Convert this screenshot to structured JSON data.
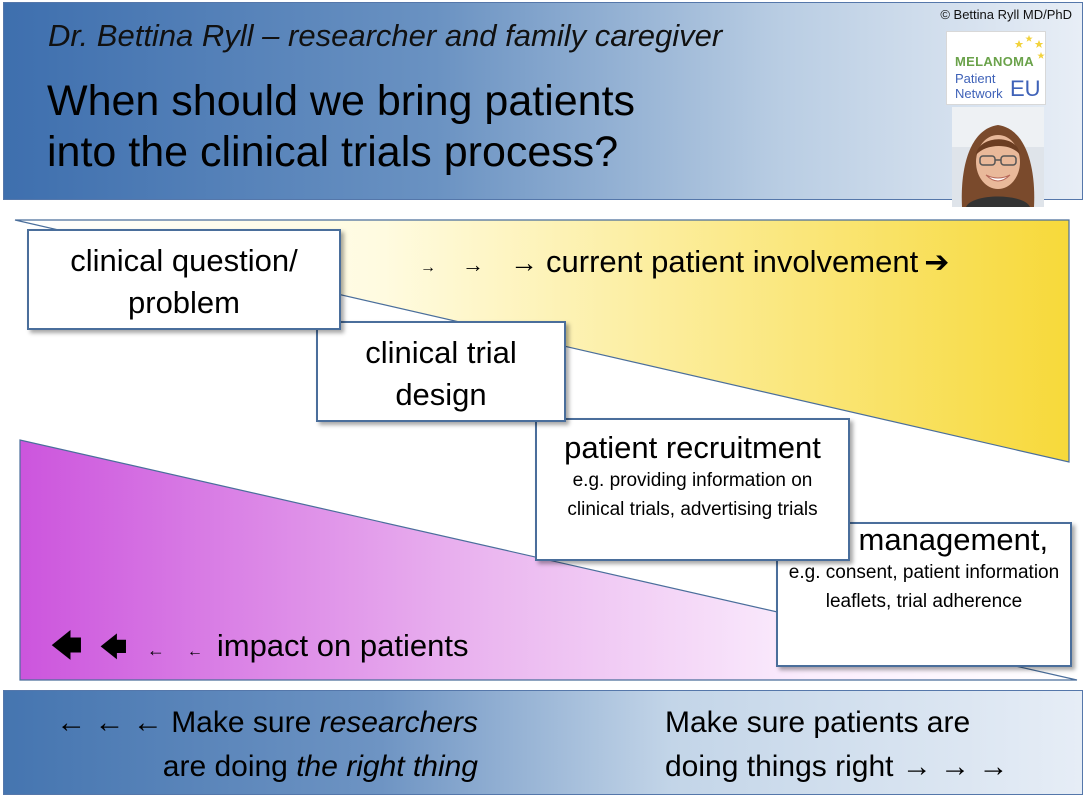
{
  "header": {
    "copyright": "© Bettina Ryll MD/PhD",
    "subtitle": "Dr. Bettina Ryll – researcher and family caregiver",
    "title_line1": "When should we bring patients",
    "title_line2": "into the clinical trials process?",
    "logo": {
      "line1": "MELANOMA",
      "line2": "Patient",
      "line3": "Network",
      "line3_eu": "EU",
      "star_color": "#f2d23c",
      "green": "#6aa24a",
      "blue": "#3f62b8"
    }
  },
  "diagram": {
    "top_wedge_color": "#f7d93a",
    "bottom_wedge_color": "#cc55dd",
    "involvement_arrows": [
      "→",
      "→",
      "→"
    ],
    "involvement_text": "current patient involvement",
    "involvement_end_arrow": "➔",
    "impact_arrows": [
      "🡄",
      "🡄",
      "←",
      "←"
    ],
    "impact_text": "impact on patients",
    "boxes": {
      "clinical_question": {
        "line1": "clinical question/",
        "line2": "problem"
      },
      "trial_design": {
        "line1": "clinical trial",
        "line2": "design"
      },
      "recruitment": {
        "title": "patient recruitment",
        "detail": "e.g. providing information on clinical trials, advertising trials"
      },
      "management": {
        "title": "trial management,",
        "detail": "e.g. consent, patient information leaflets, trial adherence"
      }
    }
  },
  "footer": {
    "left": {
      "arrows": "← ← ←",
      "text1": " Make sure ",
      "em1": "researchers",
      "text2": "are doing ",
      "em2": "the right thing"
    },
    "right": {
      "line1": "Make sure patients are",
      "line2": "doing things right",
      "arrows": " → → →"
    }
  }
}
